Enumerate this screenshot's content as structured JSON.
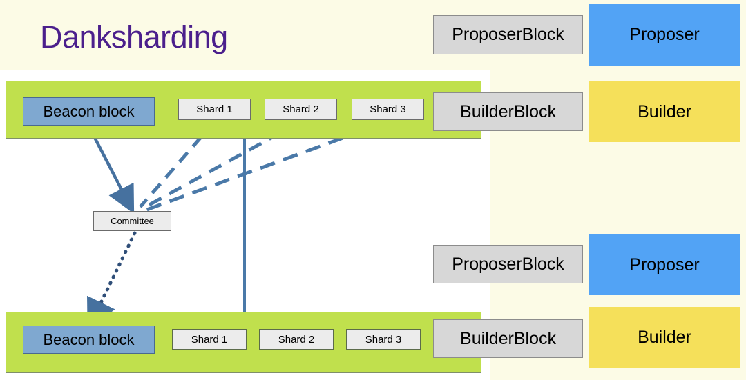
{
  "title": "Danksharding",
  "colors": {
    "title_purple": "#4b1f8c",
    "background_cream": "#fcfbe6",
    "slot_green": "#c0e04d",
    "beacon_blue": "#7fa8d0",
    "proposer_blue": "#52a3f5",
    "builder_yellow": "#f5e05a",
    "block_gray": "#d7d7d7",
    "shard_gray": "#ececec",
    "edge_blue": "#4a79a8"
  },
  "slots": [
    {
      "name": "top-slot",
      "beacon_block": "Beacon block",
      "shards": [
        "Shard 1",
        "Shard 2",
        "Shard 3"
      ],
      "builder_block": "BuilderBlock",
      "builder": "Builder",
      "proposer_block": "ProposerBlock",
      "proposer": "Proposer"
    },
    {
      "name": "bottom-slot",
      "beacon_block": "Beacon block",
      "shards": [
        "Shard 1",
        "Shard 2",
        "Shard 3"
      ],
      "builder_block": "BuilderBlock",
      "builder": "Builder",
      "proposer_block": "ProposerBlock",
      "proposer": "Proposer"
    }
  ],
  "committee": {
    "label": "Committee"
  },
  "edges": [
    {
      "name": "beacon-to-committee",
      "style": "solid-arrow",
      "from": "top.beacon_block",
      "to": "committee"
    },
    {
      "name": "shard1-to-committee",
      "style": "dashed",
      "from": "top.shard1",
      "to": "committee"
    },
    {
      "name": "shard2-to-committee",
      "style": "dashed",
      "from": "top.shard2",
      "to": "committee"
    },
    {
      "name": "shard3-to-committee",
      "style": "dashed",
      "from": "top.shard3",
      "to": "committee"
    },
    {
      "name": "committee-to-bottom-beacon",
      "style": "dotted-arrow",
      "from": "committee",
      "to": "bottom.beacon_block"
    },
    {
      "name": "slot-link-vertical",
      "style": "solid",
      "from": "top-slot",
      "to": "bottom-slot"
    }
  ]
}
